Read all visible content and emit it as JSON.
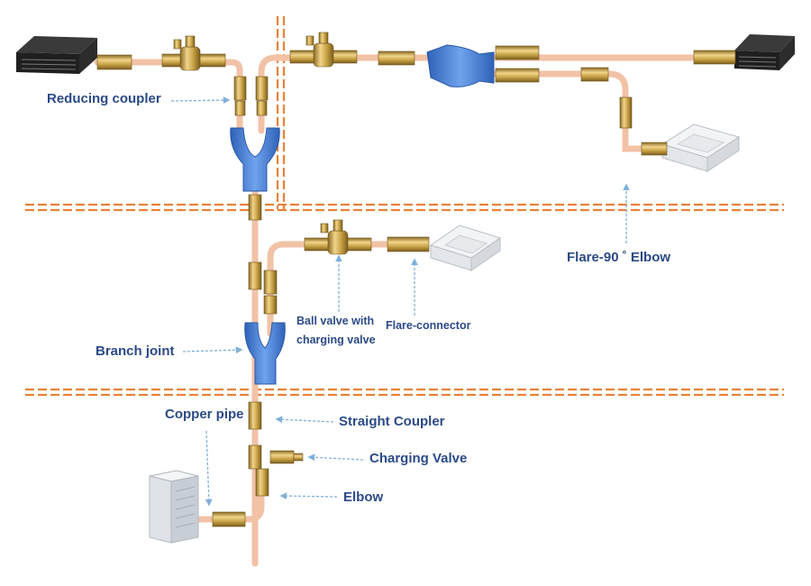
{
  "labels": {
    "reducing_coupler": "Reducing coupler",
    "flare_elbow": "Flare-90 ˚ Elbow",
    "ball_valve_line1": "Ball valve with",
    "ball_valve_line2": "charging valve",
    "flare_connector": "Flare-connector",
    "branch_joint": "Branch joint",
    "copper_pipe": "Copper pipe",
    "straight_coupler": "Straight Coupler",
    "charging_valve": "Charging Valve",
    "elbow": "Elbow"
  },
  "colors": {
    "label_text": "#2b4a86",
    "arrow": "#7fb0db",
    "pipe": "#f2c2a6",
    "brass": "#c9a347",
    "branch_joint": "#4f86d6",
    "floor_divider": "#e8823a",
    "indoor_unit": "#2e2e2e",
    "outdoor_unit": "#e9ecef"
  }
}
